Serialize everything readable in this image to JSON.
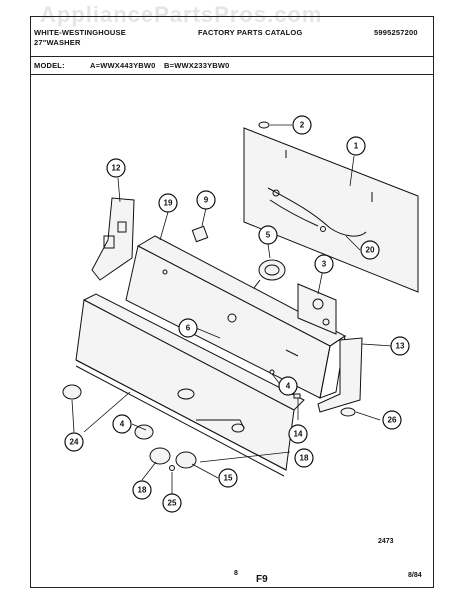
{
  "watermark": "AppliancePartsPros.com",
  "header": {
    "brand_line1": "WHITE-WESTINGHOUSE",
    "brand_line2": "27\"WASHER",
    "catalog": "FACTORY PARTS CATALOG",
    "catalog_number": "5995257200",
    "model_label": "MODEL:",
    "model_a": "A=WWX443YBW0",
    "model_b": "B=WWX233YBW0"
  },
  "callouts": [
    "2",
    "1",
    "12",
    "9",
    "19",
    "5",
    "3",
    "20",
    "6",
    "13",
    "4",
    "14",
    "26",
    "24",
    "4",
    "18",
    "18",
    "15",
    "25"
  ],
  "footer": {
    "drawing_number": "2473",
    "page_number": "8",
    "figure": "F9",
    "date": "8/84"
  }
}
